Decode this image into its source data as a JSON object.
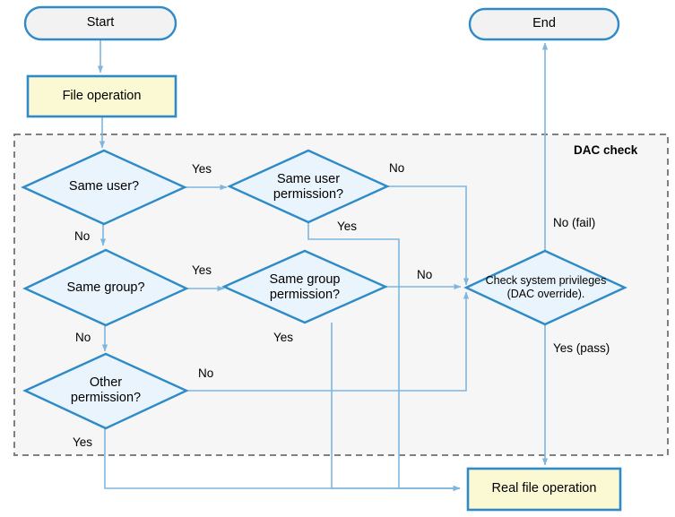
{
  "diagram": {
    "title": "DAC check flowchart",
    "type": "flowchart",
    "colors": {
      "shape_stroke": "#2e8bc8",
      "decision_fill": "#eaf4fd",
      "terminator_fill": "#f2f2f2",
      "process_fill": "#fbf8d4",
      "group_fill": "#f6f6f6",
      "group_stroke": "#808080",
      "connector": "#7eb6e0",
      "text": "#000000"
    },
    "group": {
      "label": "DAC check"
    },
    "nodes": {
      "start": {
        "label": "Start",
        "shape": "terminator"
      },
      "file_operation": {
        "label": "File operation",
        "shape": "process"
      },
      "same_user": {
        "label": "Same user?",
        "shape": "decision"
      },
      "same_user_permission": {
        "label": "Same user\npermission?",
        "line1": "Same user",
        "line2": "permission?",
        "shape": "decision"
      },
      "same_group": {
        "label": "Same group?",
        "shape": "decision"
      },
      "same_group_permission": {
        "label": "Same group\npermission?",
        "line1": "Same group",
        "line2": "permission?",
        "shape": "decision"
      },
      "other_permission": {
        "label": "Other\npermission?",
        "line1": "Other",
        "line2": "permission?",
        "shape": "decision"
      },
      "check_system_privileges": {
        "label": "Check system privileges\n(DAC override).",
        "line1": "Check system privileges",
        "line2": "(DAC override).",
        "shape": "decision"
      },
      "end": {
        "label": "End",
        "shape": "terminator"
      },
      "real_file_operation": {
        "label": "Real file operation",
        "shape": "process"
      }
    },
    "edge_labels": {
      "same_user_yes": "Yes",
      "same_user_no": "No",
      "same_user_permission_no": "No",
      "same_user_permission_yes": "Yes",
      "same_group_yes": "Yes",
      "same_group_no": "No",
      "same_group_permission_no": "No",
      "same_group_permission_yes": "Yes",
      "other_permission_no": "No",
      "other_permission_yes": "Yes",
      "check_fail": "No (fail)",
      "check_pass": "Yes (pass)"
    },
    "edges": [
      {
        "from": "start",
        "to": "file_operation",
        "label": ""
      },
      {
        "from": "file_operation",
        "to": "same_user",
        "label": ""
      },
      {
        "from": "same_user",
        "to": "same_user_permission",
        "label": "Yes"
      },
      {
        "from": "same_user",
        "to": "same_group",
        "label": "No"
      },
      {
        "from": "same_user_permission",
        "to": "check_system_privileges",
        "label": "No"
      },
      {
        "from": "same_user_permission",
        "to": "real_file_operation",
        "label": "Yes"
      },
      {
        "from": "same_group",
        "to": "same_group_permission",
        "label": "Yes"
      },
      {
        "from": "same_group",
        "to": "other_permission",
        "label": "No"
      },
      {
        "from": "same_group_permission",
        "to": "check_system_privileges",
        "label": "No"
      },
      {
        "from": "same_group_permission",
        "to": "real_file_operation",
        "label": "Yes"
      },
      {
        "from": "other_permission",
        "to": "check_system_privileges",
        "label": "No"
      },
      {
        "from": "other_permission",
        "to": "real_file_operation",
        "label": "Yes"
      },
      {
        "from": "check_system_privileges",
        "to": "end",
        "label": "No (fail)"
      },
      {
        "from": "check_system_privileges",
        "to": "real_file_operation",
        "label": "Yes (pass)"
      }
    ]
  }
}
